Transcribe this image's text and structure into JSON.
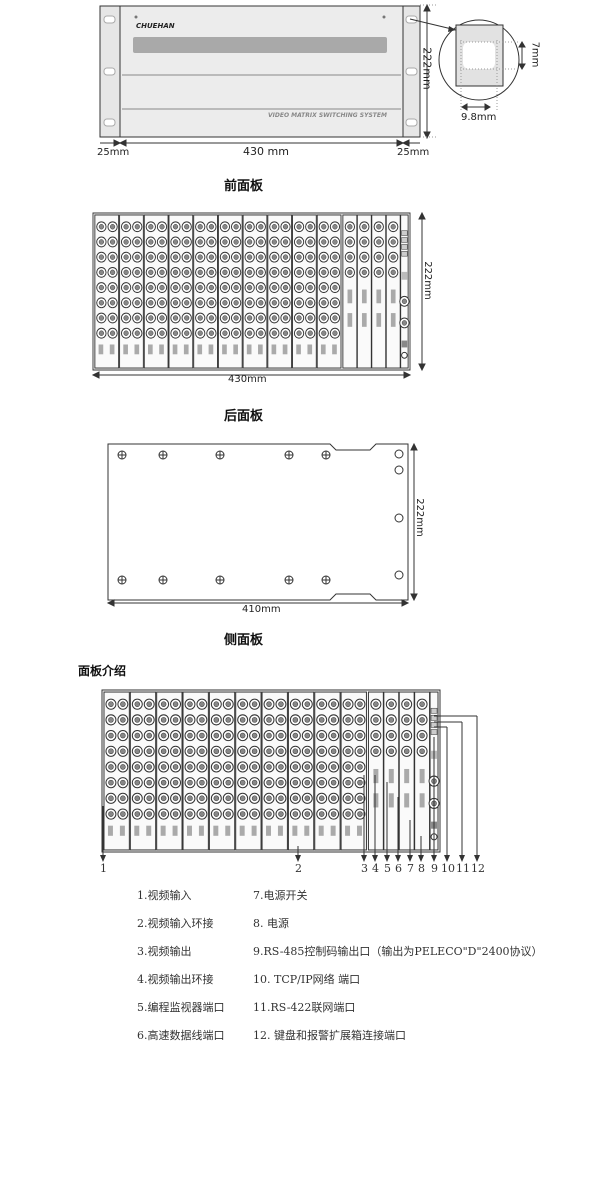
{
  "front": {
    "caption": "前面板",
    "logo_text": "CHUEHAN",
    "model_text": "VIDEO MATRIX SWITCHING SYSTEM",
    "dim_left": "25mm",
    "dim_width": "430 mm",
    "dim_right": "25mm",
    "dim_height": "222mm",
    "hole_height": "7mm",
    "hole_width": "9.8mm"
  },
  "rear": {
    "caption": "后面板",
    "dim_width": "430mm",
    "dim_height": "222mm"
  },
  "side": {
    "caption": "侧面板",
    "dim_width": "410mm",
    "dim_height": "222mm"
  },
  "intro": {
    "heading": "面板介绍",
    "callouts": [
      "1",
      "2",
      "3",
      "4",
      "5",
      "6",
      "7",
      "8",
      "9",
      "10",
      "11",
      "12"
    ],
    "legend_left": [
      "1.视频输入",
      "2.视频输入环接",
      "3.视频输出",
      "4.视频输出环接",
      "5.编程监视器端口",
      "6.高速数据线端口"
    ],
    "legend_right": [
      "7.电源开关",
      "8. 电源",
      "9.RS-485控制码输出口（输出为PELECO\"D\"2400协议）",
      "10.  TCP/IP网络 端口",
      "11.RS-422联网端口",
      "12.  键盘和报警扩展箱连接端口"
    ]
  }
}
